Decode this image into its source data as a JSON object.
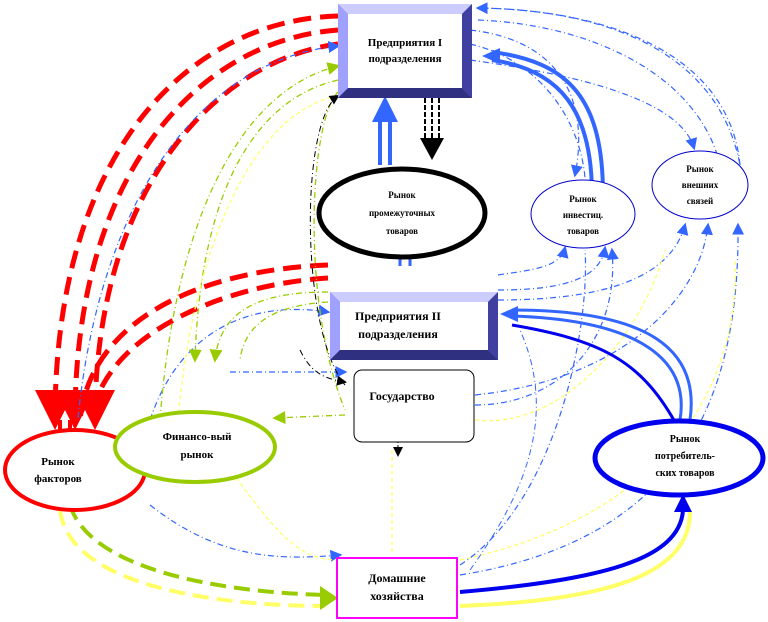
{
  "nodes": {
    "enterprise1": {
      "line1": "Предприятия I",
      "line2": "подразделения"
    },
    "intermediate_market": {
      "line1": "Рынок",
      "line2": "промежуточных",
      "line3": "товаров"
    },
    "investment_market": {
      "line1": "Рынок",
      "line2": "инвестиц.",
      "line3": "товаров"
    },
    "external_market": {
      "line1": "Рынок",
      "line2": "внешних",
      "line3": "связей"
    },
    "enterprise2": {
      "line1": "Предприятия II",
      "line2": "подразделения"
    },
    "state": {
      "line1": "Государство"
    },
    "financial_market": {
      "line1": "Финансо-вый",
      "line2": "рынок"
    },
    "factor_market": {
      "line1": "Рынок",
      "line2": "факторов"
    },
    "consumer_market": {
      "line1": "Рынок",
      "line2": "потребитель-",
      "line3": "ских товаров"
    },
    "households": {
      "line1": "Домашние",
      "line2": "хозяйства"
    }
  },
  "colors": {
    "red": "#ff0000",
    "blue": "#3366ff",
    "dark_blue": "#0000ee",
    "olive": "#99cc00",
    "yellow": "#ffff66",
    "black": "#000000",
    "magenta": "#ff00ff",
    "bevel_blue": "#8080ff"
  }
}
